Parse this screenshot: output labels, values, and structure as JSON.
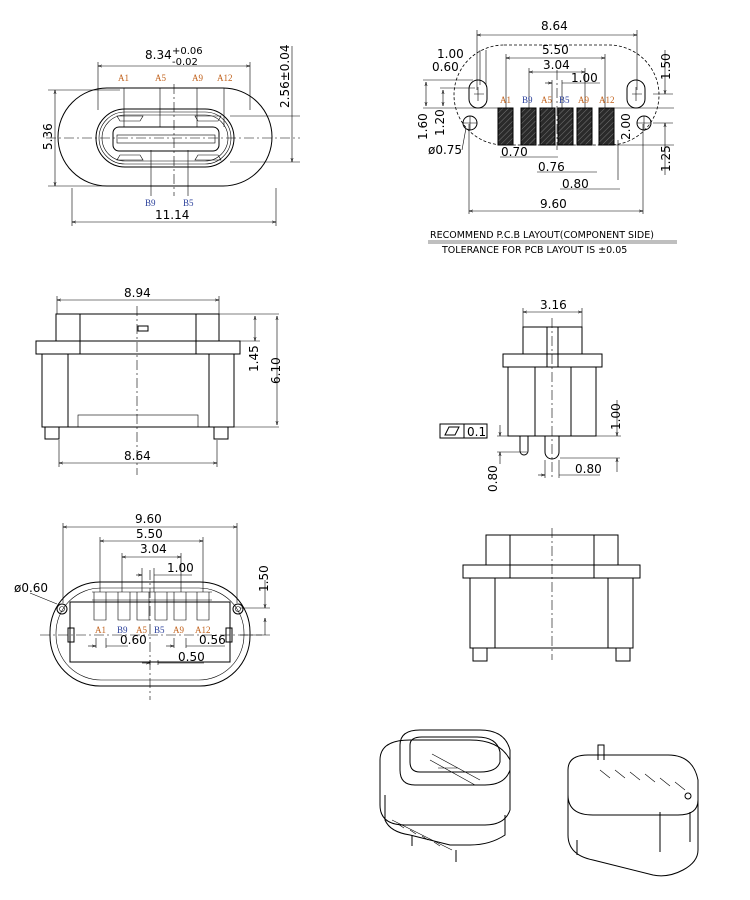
{
  "colors": {
    "pin_a": "#c0601a",
    "pin_b": "#2a3f9a",
    "line": "#000000"
  },
  "front_view": {
    "width_dim": "8.34",
    "tol_plus": "+0.06",
    "tol_minus": "-0.02",
    "height_dim": "5.36",
    "overall_width": "11.14",
    "tongue_dim": "2.56±0.04",
    "top_pins": [
      "A1",
      "A5",
      "A9",
      "A12"
    ],
    "bottom_pins": [
      "B9",
      "B5"
    ]
  },
  "pcb_layout": {
    "dims": [
      "8.64",
      "5.50",
      "3.04",
      "1.00",
      "1.00",
      "0.60",
      "1.60",
      "1.20",
      "ø0.75",
      "0.70",
      "0.76",
      "0.80",
      "9.60",
      "1.50",
      "2.00",
      "1.25"
    ],
    "pins": [
      "A1",
      "B9",
      "A5",
      "B5",
      "A9",
      "A12"
    ],
    "caption": "RECOMMEND P.C.B LAYOUT(COMPONENT SIDE)",
    "tolerance": "TOLERANCE FOR PCB LAYOUT IS ±0.05"
  },
  "side_front": {
    "top_dim": "8.94",
    "bottom_dim": "8.64",
    "height_small": "1.45",
    "height_total": "6.10"
  },
  "side_view": {
    "top_dim": "3.16",
    "height_dim": "1.00",
    "pin_dim": "0.80",
    "pin_height": "0.80",
    "flatness_value": "0.1"
  },
  "bottom_view": {
    "dims": [
      "9.60",
      "5.50",
      "3.04",
      "1.00",
      "ø0.60",
      "1.50",
      "0.60",
      "0.56",
      "0.50"
    ],
    "pins": [
      "A1",
      "B9",
      "A5",
      "B5",
      "A9",
      "A12"
    ]
  }
}
